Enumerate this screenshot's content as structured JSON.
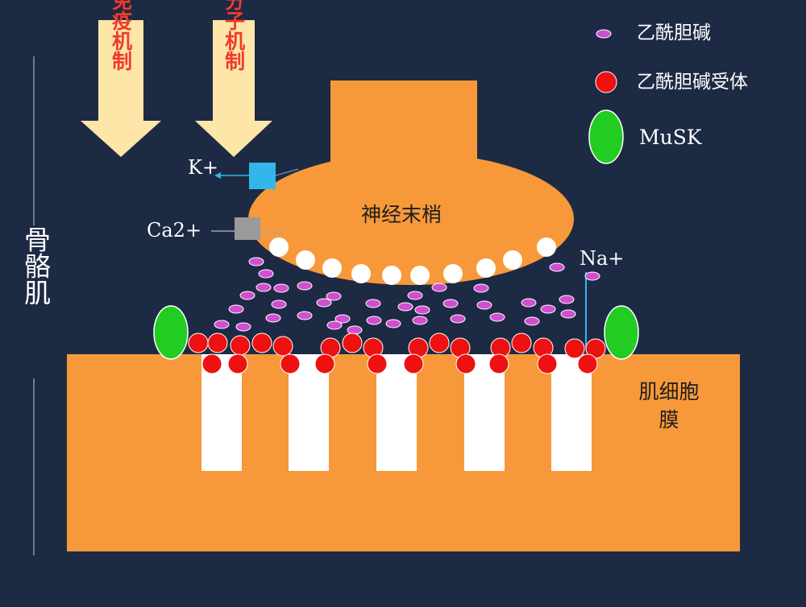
{
  "arrows": [
    {
      "id": "immune",
      "text": "免疫机制"
    },
    {
      "id": "molecular",
      "text": "分子机制"
    }
  ],
  "side_label": "骨骼肌",
  "nerve_label": "神经末梢",
  "muscle_label_line1": "肌细胞",
  "muscle_label_line2": "膜",
  "ions": {
    "k": "K+",
    "ca": "Ca2+",
    "na": "Na+"
  },
  "legend": [
    {
      "symbol": "acetylcholine",
      "label": "乙酰胆碱"
    },
    {
      "symbol": "receptor",
      "label": "乙酰胆碱受体"
    },
    {
      "symbol": "musk",
      "label": "MuSK"
    }
  ],
  "colors": {
    "background": "#1d2a44",
    "orange": "#f7993a",
    "arrow_fill": "#fde6a8",
    "arrow_text": "#ef3b2c",
    "acetylcholine": "#d04fd0",
    "receptor": "#ee1111",
    "musk": "#22cc22",
    "k_channel": "#33b7ea",
    "ca_channel": "#9a9a9a",
    "vesicle": "#ffffff"
  }
}
